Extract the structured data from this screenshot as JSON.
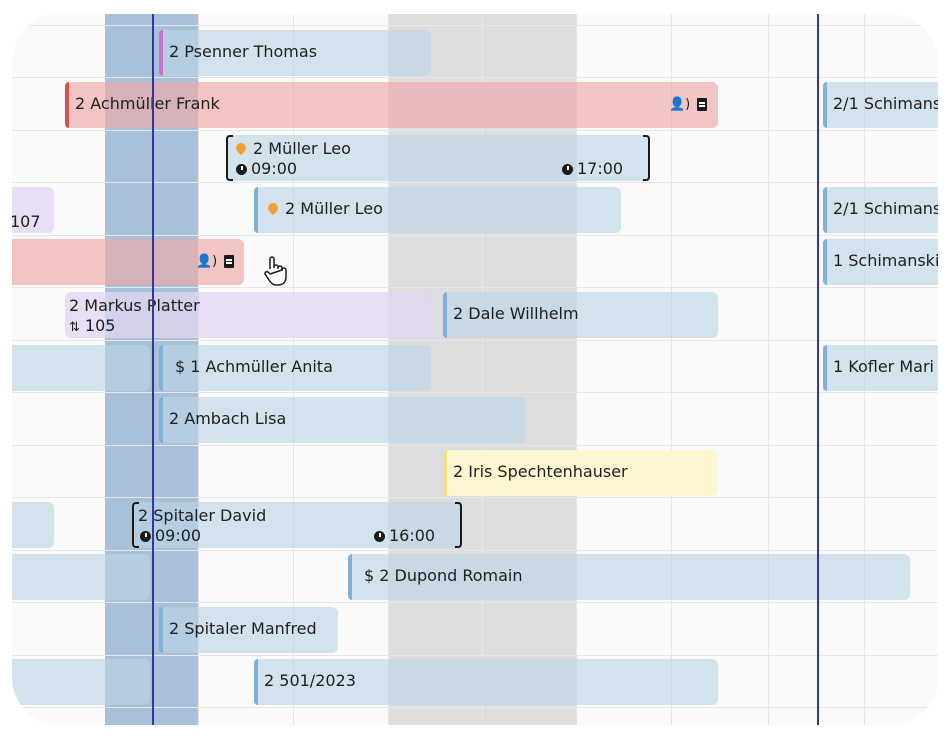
{
  "colors": {
    "accent_blue": "#7fb0d6",
    "red_accent": "#d85050",
    "magenta_accent": "#d070d0",
    "now_line": "#3535a0"
  },
  "bars": {
    "psenner": {
      "label": "2 Psenner Thomas"
    },
    "achmueller_frank": {
      "label": "2 Achmüller Frank"
    },
    "mueller_leo_1": {
      "label": "2 Müller Leo",
      "start": "09:00",
      "end": "17:00"
    },
    "mueller_leo_2": {
      "label": "2 Müller Leo"
    },
    "partial_107": {
      "label": "107"
    },
    "markus": {
      "label": "2 Markus Platter",
      "sub": "105"
    },
    "dale": {
      "label": "2 Dale Willhelm"
    },
    "anita": {
      "label": "$ 1 Achmüller Anita"
    },
    "ambach": {
      "label": "2 Ambach Lisa"
    },
    "iris": {
      "label": "2 Iris Spechtenhauser"
    },
    "spitaler_david": {
      "label": "2 Spitaler David",
      "start": "09:00",
      "end": "16:00"
    },
    "dupond": {
      "label": "$ 2 Dupond Romain"
    },
    "spitaler_manfred": {
      "label": "2 Spitaler Manfred"
    },
    "num_501": {
      "label": "2 501/2023"
    },
    "schim1": {
      "label": "2/1 Schimans"
    },
    "schim2": {
      "label": "2/1 Schimans"
    },
    "schim3": {
      "label": "1 Schimanski"
    },
    "kofler": {
      "label": "1 Kofler Mari"
    }
  },
  "icons": {
    "person_voice": "person-voice-icon",
    "document": "document-icon",
    "clock": "clock-icon",
    "pin": "location-pin-icon",
    "cursor": "hand-pointer-cursor"
  }
}
